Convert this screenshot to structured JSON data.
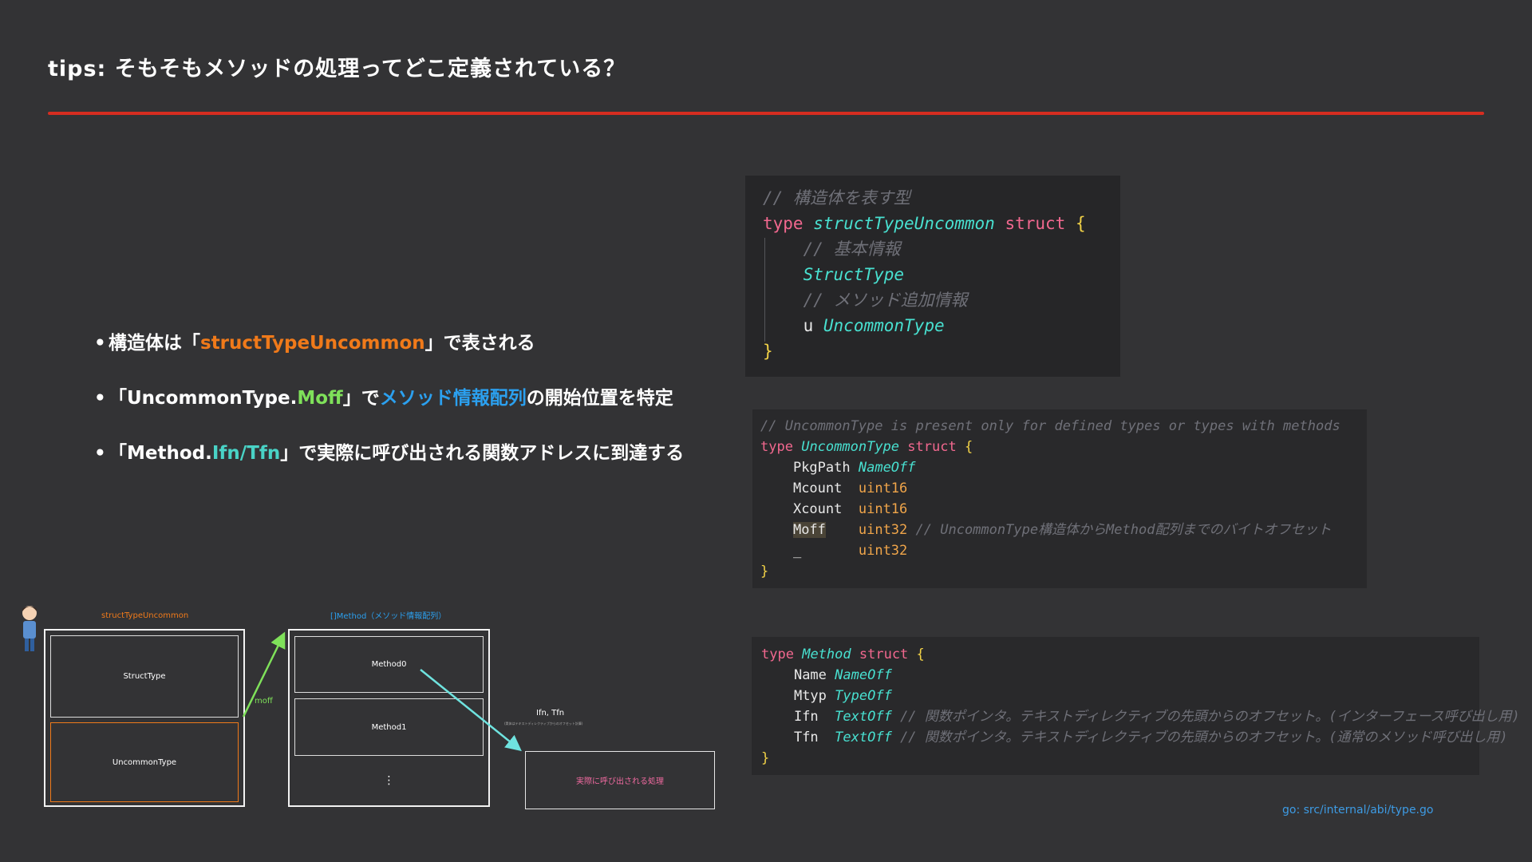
{
  "title": "tips: そもそもメソッドの処理ってどこ定義されている？",
  "bullets": {
    "b1": {
      "dot": "•",
      "pre": "構造体は「",
      "hl": "structTypeUncommon",
      "post": "」で表される"
    },
    "b2": {
      "dot": "•",
      "pre": "「UncommonType.",
      "hl": "Moff",
      "mid": "」で",
      "hl2": "メソッド情報配列",
      "post": "の開始位置を特定"
    },
    "b3": {
      "dot": "•",
      "pre": "「Method.",
      "hl": "Ifn/Tfn",
      "post": "」で実際に呼び出される関数アドレスに到達する"
    }
  },
  "code1": {
    "l1": "// 構造体を表す型",
    "l2_kw": "type",
    "l2_name": "structTypeUncommon",
    "l2_kw2": "struct",
    "l2_br": "{",
    "l3": "// 基本情報",
    "l4": "StructType",
    "l5": "// メソッド追加情報",
    "l6_f": "u",
    "l6_t": "UncommonType",
    "l7": "}"
  },
  "code2": {
    "l1": "// UncommonType is present only for defined types or types with methods",
    "l2_kw": "type",
    "l2_name": "UncommonType",
    "l2_kw2": "struct",
    "l2_br": "{",
    "l3_f": "PkgPath",
    "l3_t": "NameOff",
    "l4_f": "Mcount",
    "l4_t": "uint16",
    "l5_f": "Xcount",
    "l5_t": "uint16",
    "l6_f": "Moff",
    "l6_t": "uint32",
    "l6_c": "// UncommonType構造体からMethod配列までのバイトオフセット",
    "l7_f": "_",
    "l7_t": "uint32",
    "l8": "}"
  },
  "code3": {
    "l1_kw": "type",
    "l1_name": "Method",
    "l1_kw2": "struct",
    "l1_br": "{",
    "l2_f": "Name",
    "l2_t": "NameOff",
    "l3_f": "Mtyp",
    "l3_t": "TypeOff",
    "l4_f": "Ifn",
    "l4_t": "TextOff",
    "l4_c": "// 関数ポインタ。テキストディレクティブの先頭からのオフセット。(インターフェース呼び出し用)",
    "l5_f": "Tfn",
    "l5_t": "TextOff",
    "l5_c": "// 関数ポインタ。テキストディレクティブの先頭からのオフセット。(通常のメソッド呼び出し用)",
    "l6": "}"
  },
  "diagram": {
    "struct_label": "structTypeUncommon",
    "struct_type": "StructType",
    "uncommon_type": "UncommonType",
    "moff": "moff",
    "methods_label": "[]Method（メソッド情報配列）",
    "method0": "Method0",
    "method1": "Method1",
    "ellipsis": "⋮",
    "ifn_tfn": "Ifn, Tfn",
    "ifn_note": "(実体はテキストディレクティブからのオフセット計算)",
    "target": "実際に呼び出される処理",
    "colors": {
      "orange": "#f07a1a",
      "green": "#7fe15a",
      "cyan": "#6fe3df",
      "pink": "#f06aa0",
      "blue": "#2ba0ef"
    }
  },
  "source": "go: src/internal/abi/type.go"
}
